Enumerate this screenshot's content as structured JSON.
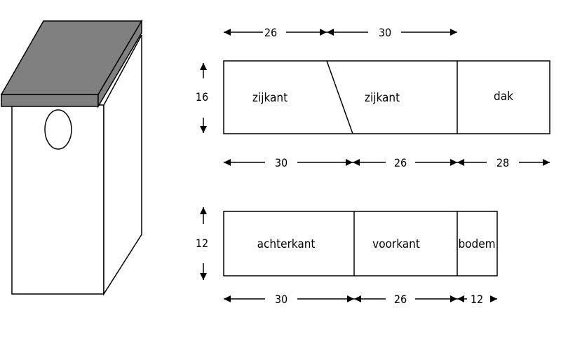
{
  "colors": {
    "roof": "#808080",
    "line": "#000000",
    "background": "#ffffff"
  },
  "board1": {
    "height": "16",
    "panels": [
      "zijkant",
      "zijkant",
      "dak"
    ],
    "top_dims": [
      "26",
      "30"
    ],
    "bottom_dims": [
      "30",
      "26",
      "28"
    ]
  },
  "board2": {
    "height": "12",
    "panels": [
      "achterkant",
      "voorkant",
      "bodem"
    ],
    "bottom_dims": [
      "30",
      "26",
      "12"
    ]
  }
}
